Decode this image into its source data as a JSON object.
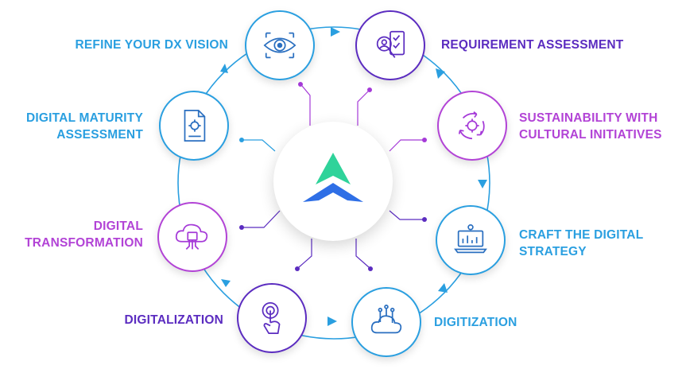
{
  "colors": {
    "blue": "#2a9fe0",
    "purple": "#5b2cc0",
    "violet": "#a53ad8",
    "magenta": "#b243d6",
    "logo_green": "#2fd39a",
    "logo_blue": "#2f6fe6"
  },
  "hub": {
    "logo": "arrow-logo"
  },
  "steps": [
    {
      "id": "refine",
      "label_lines": [
        "REFINE YOUR DX VISION"
      ],
      "icon": "eye-icon"
    },
    {
      "id": "requirement",
      "label_lines": [
        "REQUIREMENT ASSESSMENT"
      ],
      "icon": "magnifier-checklist-icon"
    },
    {
      "id": "sustainability",
      "label_lines": [
        "SUSTAINABILITY WITH",
        "CULTURAL INITIATIVES"
      ],
      "icon": "cycle-gear-icon"
    },
    {
      "id": "craft",
      "label_lines": [
        "CRAFT THE DIGITAL",
        "STRATEGY"
      ],
      "icon": "laptop-chart-icon"
    },
    {
      "id": "digitization",
      "label_lines": [
        "DIGITIZATION"
      ],
      "icon": "cloud-circuit-icon"
    },
    {
      "id": "digitalization",
      "label_lines": [
        "DIGITALIZATION"
      ],
      "icon": "touch-hand-icon"
    },
    {
      "id": "transformation",
      "label_lines": [
        "DIGITAL",
        "TRANSFORMATION"
      ],
      "icon": "cloud-chip-icon"
    },
    {
      "id": "maturity",
      "label_lines": [
        "DIGITAL MATURITY",
        "ASSESSMENT"
      ],
      "icon": "document-gear-icon"
    }
  ]
}
